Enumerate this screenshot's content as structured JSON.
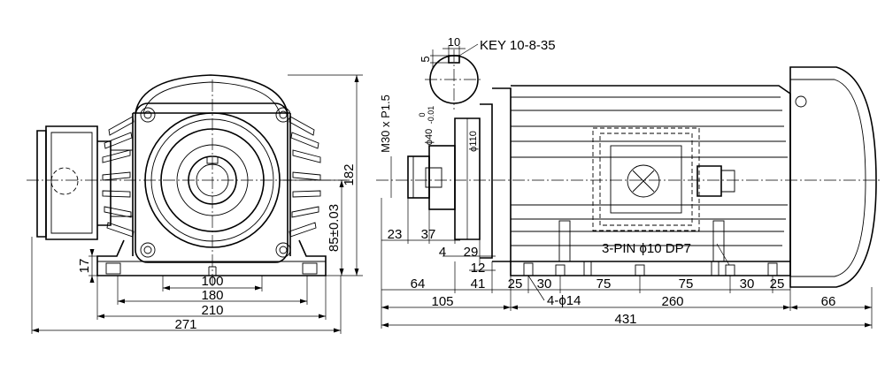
{
  "key_note": "KEY 10-8-35",
  "key_width": "10",
  "key_depth": "5",
  "thread": "M30 x P1.5",
  "shaft_dia": "ϕ40",
  "shaft_tol_upper": "0",
  "shaft_tol_lower": "-0.01",
  "flange_dia": "ϕ110",
  "pin_note": "3-PIN ϕ10 DP7",
  "holes_note": "4-ϕ14",
  "front_dims": {
    "d100": "100",
    "d180": "180",
    "d210": "210",
    "d271": "271",
    "d17": "17",
    "d85": "85±0.03",
    "d182": "182"
  },
  "side_dims": {
    "d23": "23",
    "d37": "37",
    "d4": "4",
    "d29": "29",
    "d12": "12",
    "d64": "64",
    "d41": "41",
    "d25a": "25",
    "d30a": "30",
    "d75a": "75",
    "d75b": "75",
    "d30b": "30",
    "d25b": "25",
    "d105": "105",
    "d260": "260",
    "d66": "66",
    "d431": "431"
  }
}
